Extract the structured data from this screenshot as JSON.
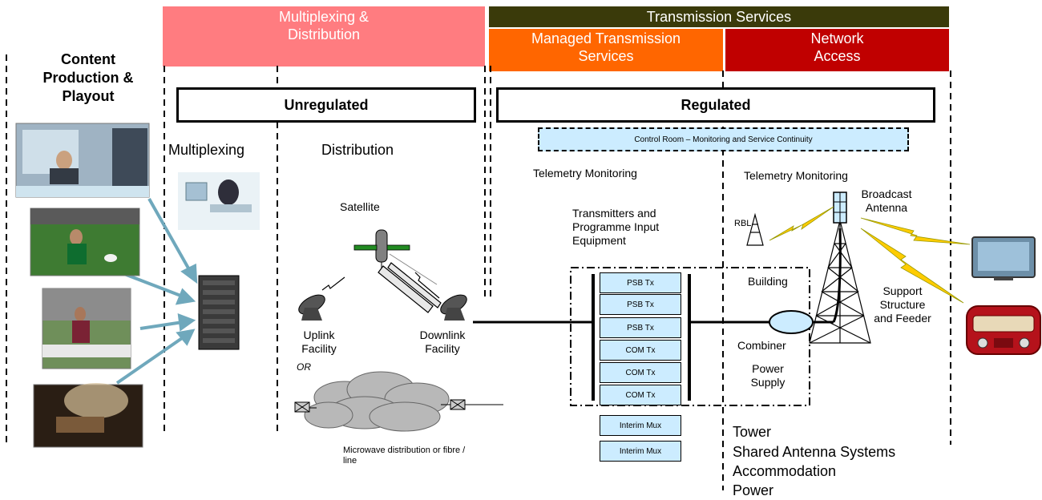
{
  "headers": {
    "mux_dist": "Multiplexing & Distribution",
    "transmission": "Transmission Services",
    "managed": "Managed Transmission Services",
    "network": "Network Access"
  },
  "content_production": "Content Production & Playout",
  "unregulated": "Unregulated",
  "regulated": "Regulated",
  "control_room": "Control Room – Monitoring and Service Continuity",
  "labels": {
    "multiplexing": "Multiplexing",
    "distribution": "Distribution",
    "satellite": "Satellite",
    "uplink": "Uplink Facility",
    "or": "OR",
    "downlink": "Downlink Facility",
    "microwave": "Microwave distribution or fibre / line",
    "telemetry_1": "Telemetry Monitoring",
    "telemetry_2": "Telemetry Monitoring",
    "transmitters": "Transmitters and Programme Input Equipment",
    "building": "Building",
    "combiner": "Combiner",
    "power_supply": "Power Supply",
    "rbl": "RBL",
    "broadcast_antenna": "Broadcast Antenna",
    "support": "Support Structure and Feeder"
  },
  "tx_boxes": [
    "PSB Tx",
    "PSB Tx",
    "PSB Tx",
    "COM Tx",
    "COM Tx",
    "COM Tx"
  ],
  "interim": [
    "Interim Mux",
    "Interim Mux"
  ],
  "network_list": [
    "Tower",
    "Shared Antenna Systems",
    "Accommodation",
    "Power"
  ],
  "colors": {
    "mux_header": "#ff7c80",
    "transmission_header": "#3a3a0a",
    "managed_header": "#ff6600",
    "network_header": "#c00000",
    "box_fill": "#ccecff",
    "arrow": "#6fa8bc"
  }
}
